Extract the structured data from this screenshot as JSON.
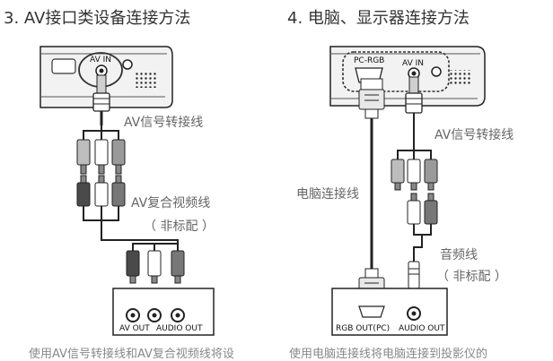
{
  "left": {
    "title": "3. AV接口类设备连接方法",
    "device_port_label": "AV IN",
    "cable_label": "AV信号转接线",
    "composite_label": "AV复合视频线",
    "composite_note": "（ 非标配 ）",
    "out_label_1": "AV OUT",
    "out_label_2": "AUDIO OUT",
    "footer_text": "使用AV信号转接线和AV复合视频线将设"
  },
  "right": {
    "title": "4. 电脑、显示器连接方法",
    "pc_port_label": "PC-RGB",
    "av_port_label": "AV IN",
    "cable_label": "AV信号转接线",
    "pc_cable_label": "电脑连接线",
    "audio_label": "音频线",
    "audio_note": "（ 非标配 ）",
    "out_label_1": "RGB OUT(PC)",
    "out_label_2": "AUDIO OUT",
    "footer_text": "使用电脑连接线将电脑连接到投影仪的"
  }
}
